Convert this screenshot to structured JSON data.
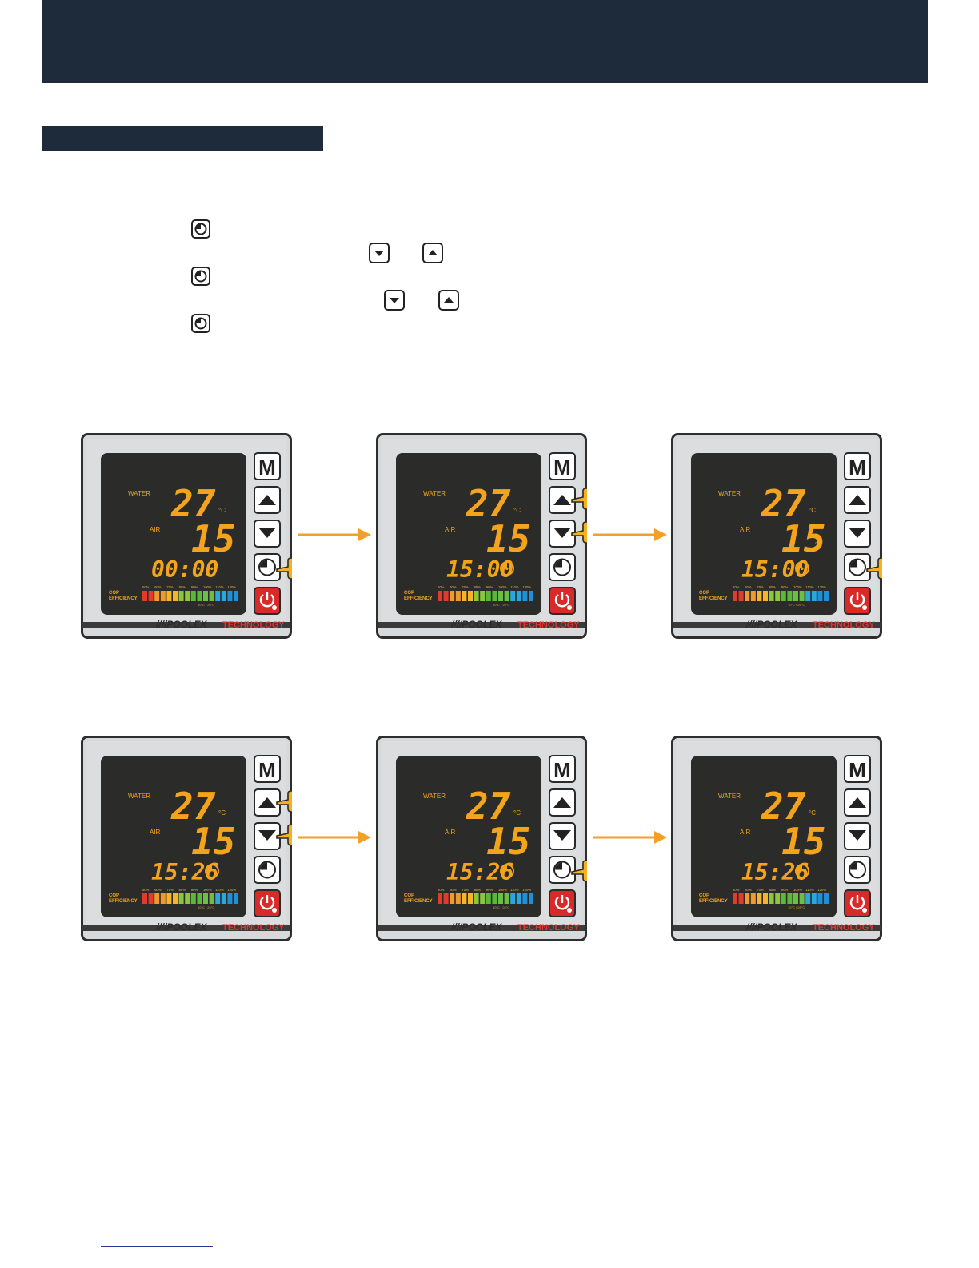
{
  "header": {
    "title": ""
  },
  "section": {
    "title": ""
  },
  "instructions": {
    "icons": [
      {
        "name": "clock-button-icon"
      },
      {
        "name": "down-arrow-button-icon"
      },
      {
        "name": "up-arrow-button-icon"
      },
      {
        "name": "clock-button-icon"
      },
      {
        "name": "down-arrow-button-icon"
      },
      {
        "name": "up-arrow-button-icon"
      },
      {
        "name": "clock-button-icon"
      }
    ]
  },
  "display": {
    "water_label": "WATER",
    "air_label": "AIR",
    "water_temp": "27",
    "air_temp": "15",
    "unit": "°C",
    "cop_label": "COP",
    "efficiency_label": "EFFICIENCY",
    "scale": [
      "50%",
      "60%",
      "70%",
      "80%",
      "90%",
      "100%",
      "110%",
      "120%"
    ],
    "range_note": "10°C / 26°C",
    "brand_main": "////POOLEX",
    "brand_sub": "TECHNOLOGY",
    "mode_label": "M"
  },
  "panels": [
    {
      "time": "00:00",
      "show_clock": false,
      "finger": "clock"
    },
    {
      "time": "15:00",
      "show_clock": true,
      "finger": "updown"
    },
    {
      "time": "15:00",
      "show_clock": true,
      "finger": "clock"
    },
    {
      "time": "15:26",
      "show_clock": true,
      "finger": "updown"
    },
    {
      "time": "15:26",
      "show_clock": true,
      "finger": "clock"
    },
    {
      "time": "15:26",
      "show_clock": true,
      "finger": "none"
    }
  ],
  "colors": {
    "band": "#1e2b3b",
    "lcd": "#2b2c2a",
    "digits": "#f4a41c",
    "arrow": "#f2a02a",
    "power": "#d92a2a",
    "brand_red": "#e0332e"
  }
}
